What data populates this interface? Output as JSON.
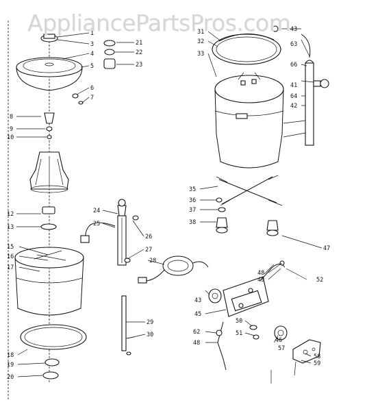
{
  "watermark": "AppliancePartsPros.com",
  "callouts": [
    {
      "label": "1",
      "side": "left"
    },
    {
      "label": "3",
      "side": "left"
    },
    {
      "label": "4",
      "side": "left"
    },
    {
      "label": "5",
      "side": "left"
    },
    {
      "label": "6",
      "side": "left"
    },
    {
      "label": "7",
      "side": "left"
    },
    {
      "label": "8",
      "side": "left"
    },
    {
      "label": "9",
      "side": "left"
    },
    {
      "label": "10",
      "side": "left"
    },
    {
      "label": "12",
      "side": "left"
    },
    {
      "label": "13",
      "side": "left"
    },
    {
      "label": "15",
      "side": "left"
    },
    {
      "label": "16",
      "side": "left"
    },
    {
      "label": "17",
      "side": "left"
    },
    {
      "label": "18",
      "side": "left"
    },
    {
      "label": "19",
      "side": "left"
    },
    {
      "label": "20",
      "side": "left"
    },
    {
      "label": "21",
      "side": "left"
    },
    {
      "label": "22",
      "side": "left"
    },
    {
      "label": "23",
      "side": "left"
    },
    {
      "label": "24",
      "side": "center"
    },
    {
      "label": "25",
      "side": "center"
    },
    {
      "label": "26",
      "side": "center"
    },
    {
      "label": "27",
      "side": "center"
    },
    {
      "label": "28",
      "side": "center"
    },
    {
      "label": "29",
      "side": "center"
    },
    {
      "label": "30",
      "side": "center"
    },
    {
      "label": "31",
      "side": "right"
    },
    {
      "label": "32",
      "side": "right"
    },
    {
      "label": "33",
      "side": "right"
    },
    {
      "label": "35",
      "side": "right"
    },
    {
      "label": "36",
      "side": "right"
    },
    {
      "label": "37",
      "side": "right"
    },
    {
      "label": "38",
      "side": "right"
    },
    {
      "label": "41",
      "side": "right"
    },
    {
      "label": "42",
      "side": "right"
    },
    {
      "label": "43",
      "side": "right"
    },
    {
      "label": "45",
      "side": "right"
    },
    {
      "label": "47",
      "side": "right"
    },
    {
      "label": "48",
      "side": "right"
    },
    {
      "label": "49",
      "side": "right"
    },
    {
      "label": "46",
      "side": "right"
    },
    {
      "label": "48",
      "side": "right"
    },
    {
      "label": "50",
      "side": "right"
    },
    {
      "label": "51",
      "side": "right"
    },
    {
      "label": "52",
      "side": "right"
    },
    {
      "label": "57",
      "side": "right"
    },
    {
      "label": "58",
      "side": "right"
    },
    {
      "label": "59",
      "side": "right"
    },
    {
      "label": "62",
      "side": "right"
    },
    {
      "label": "63",
      "side": "right"
    },
    {
      "label": "64",
      "side": "right"
    },
    {
      "label": "66",
      "side": "right"
    },
    {
      "label": "43",
      "side": "right"
    }
  ]
}
